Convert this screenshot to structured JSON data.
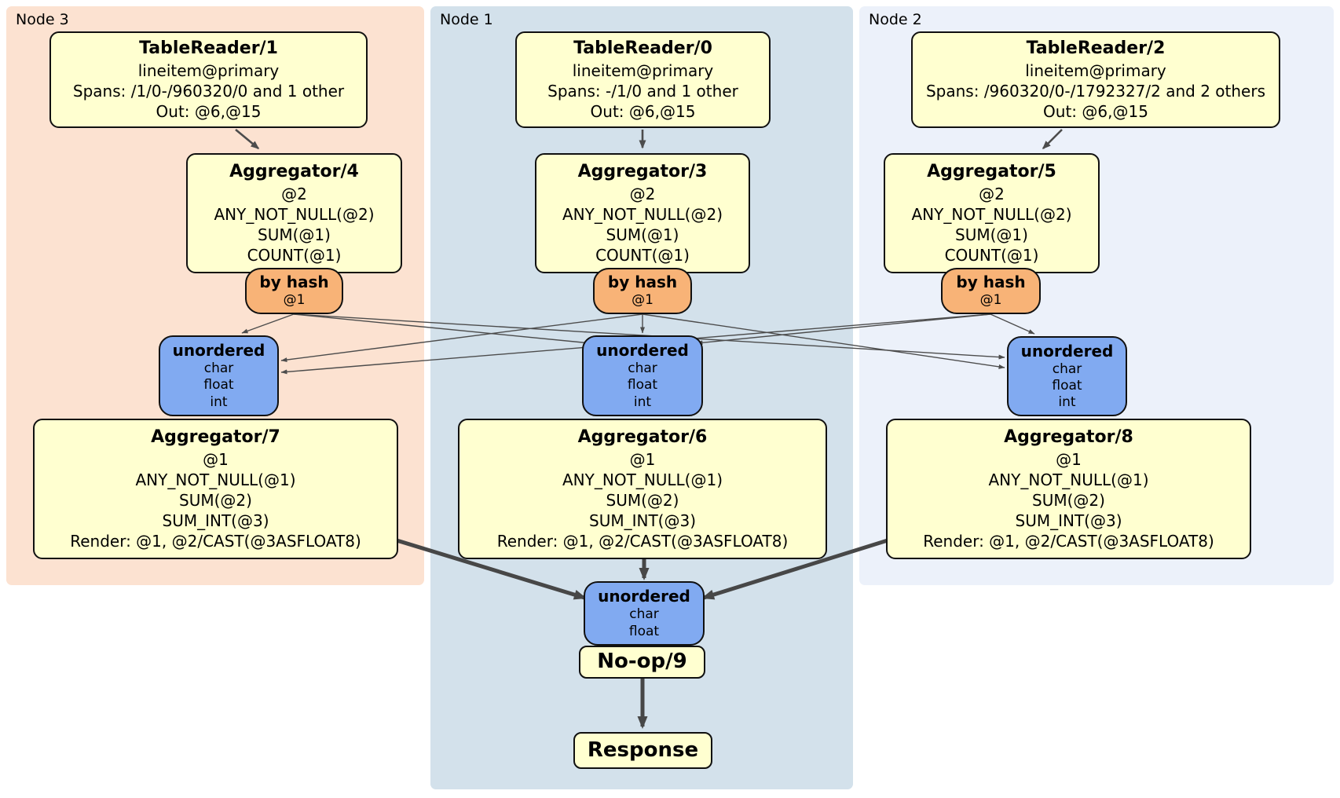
{
  "diagram_type": "distributed-sql-plan",
  "colors": {
    "node3_panel": "#fce2d1",
    "node1_panel": "#d3e1eb",
    "node2_panel": "#ecf1fa",
    "processor_box": "#ffffd0",
    "hash_router_chip": "#f8b377",
    "unordered_sync_chip": "#81aaf1",
    "edge": "#4c4c4c",
    "border": "#101010"
  },
  "panels": {
    "node3": {
      "label": "Node 3"
    },
    "node1": {
      "label": "Node 1"
    },
    "node2": {
      "label": "Node 2"
    }
  },
  "nodes": {
    "tr1": {
      "title": "TableReader/1",
      "lines": [
        "lineitem@primary",
        "Spans: /1/0-/960320/0 and 1 other",
        "Out: @6,@15"
      ]
    },
    "tr0": {
      "title": "TableReader/0",
      "lines": [
        "lineitem@primary",
        "Spans: -/1/0 and 1 other",
        "Out: @6,@15"
      ]
    },
    "tr2": {
      "title": "TableReader/2",
      "lines": [
        "lineitem@primary",
        "Spans: /960320/0-/1792327/2 and 2 others",
        "Out: @6,@15"
      ]
    },
    "agg4": {
      "title": "Aggregator/4",
      "lines": [
        "@2",
        "ANY_NOT_NULL(@2)",
        "SUM(@1)",
        "COUNT(@1)"
      ]
    },
    "agg3": {
      "title": "Aggregator/3",
      "lines": [
        "@2",
        "ANY_NOT_NULL(@2)",
        "SUM(@1)",
        "COUNT(@1)"
      ]
    },
    "agg5": {
      "title": "Aggregator/5",
      "lines": [
        "@2",
        "ANY_NOT_NULL(@2)",
        "SUM(@1)",
        "COUNT(@1)"
      ]
    },
    "hashL": {
      "title": "by hash",
      "lines": [
        "@1"
      ]
    },
    "hashC": {
      "title": "by hash",
      "lines": [
        "@1"
      ]
    },
    "hashR": {
      "title": "by hash",
      "lines": [
        "@1"
      ]
    },
    "unL": {
      "title": "unordered",
      "lines": [
        "char",
        "float",
        "int"
      ]
    },
    "unC": {
      "title": "unordered",
      "lines": [
        "char",
        "float",
        "int"
      ]
    },
    "unR": {
      "title": "unordered",
      "lines": [
        "char",
        "float",
        "int"
      ]
    },
    "agg7": {
      "title": "Aggregator/7",
      "lines": [
        "@1",
        "ANY_NOT_NULL(@1)",
        "SUM(@2)",
        "SUM_INT(@3)",
        "Render: @1, @2/CAST(@3ASFLOAT8)"
      ]
    },
    "agg6": {
      "title": "Aggregator/6",
      "lines": [
        "@1",
        "ANY_NOT_NULL(@1)",
        "SUM(@2)",
        "SUM_INT(@3)",
        "Render: @1, @2/CAST(@3ASFLOAT8)"
      ]
    },
    "agg8": {
      "title": "Aggregator/8",
      "lines": [
        "@1",
        "ANY_NOT_NULL(@1)",
        "SUM(@2)",
        "SUM_INT(@3)",
        "Render: @1, @2/CAST(@3ASFLOAT8)"
      ]
    },
    "unF": {
      "title": "unordered",
      "lines": [
        "char",
        "float"
      ]
    },
    "noop": {
      "title": "No-op/9"
    },
    "resp": {
      "title": "Response"
    }
  }
}
